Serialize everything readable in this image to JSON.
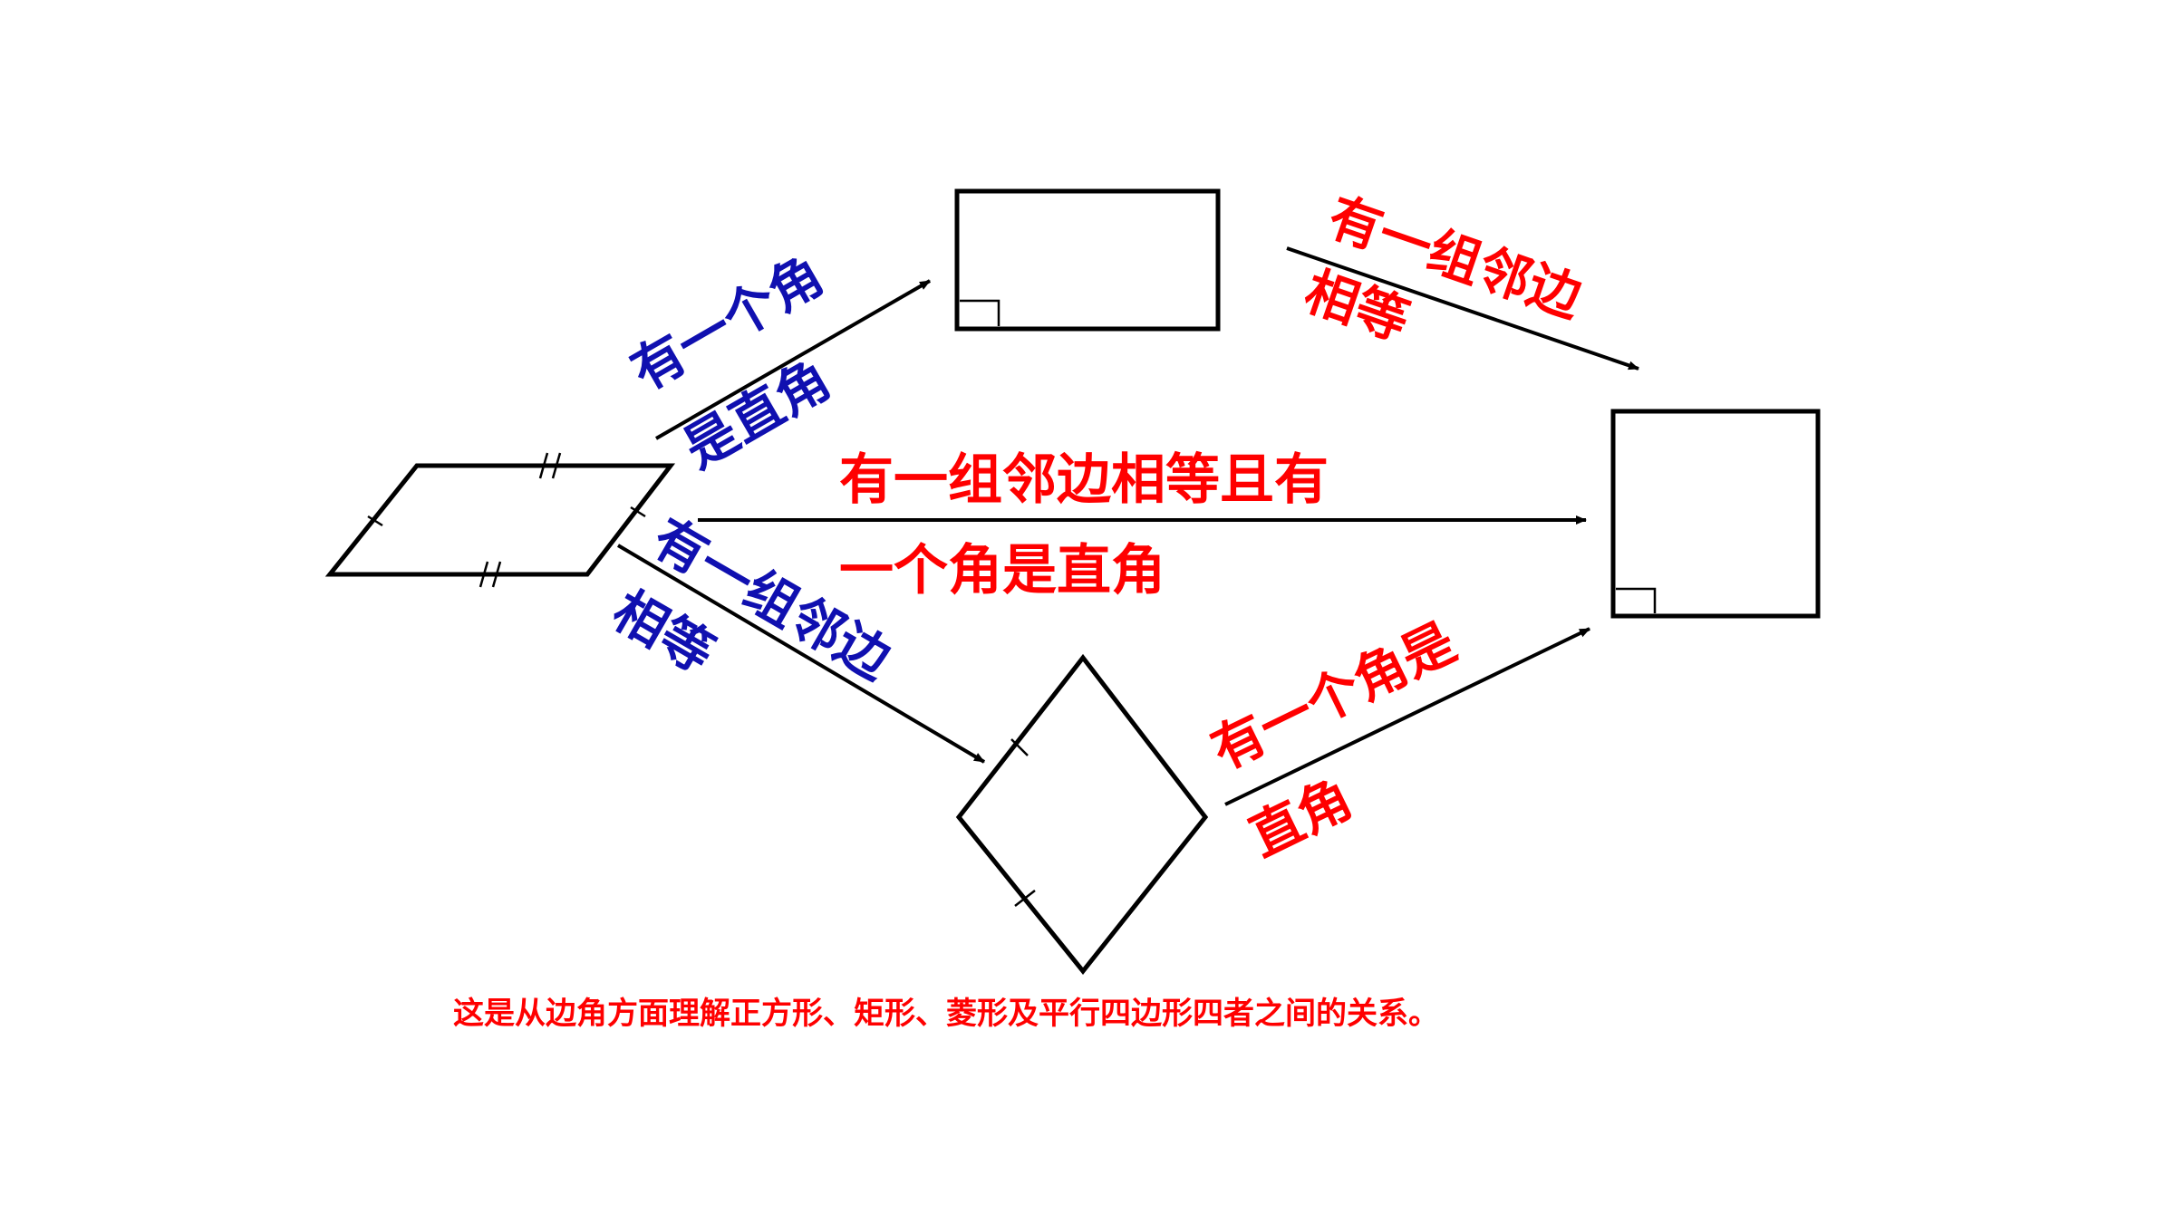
{
  "labels": {
    "top_left_line1": "有一个角",
    "top_left_line2": "是直角",
    "top_right_line1": "有一组邻边",
    "top_right_line2": "相等",
    "middle_line1": "有一组邻边相等且有",
    "middle_line2": "一个角是直角",
    "bottom_left_line1": "有一组邻边",
    "bottom_left_line2": "相等",
    "bottom_right_line1": "有一个角是",
    "bottom_right_line2": "直角"
  },
  "caption": "这是从边角方面理解正方形、矩形、菱形及平行四边形四者之间的关系。",
  "colors": {
    "red": "#ff0000",
    "blue": "#1010b0",
    "line": "#000000",
    "background": "#ffffff"
  }
}
